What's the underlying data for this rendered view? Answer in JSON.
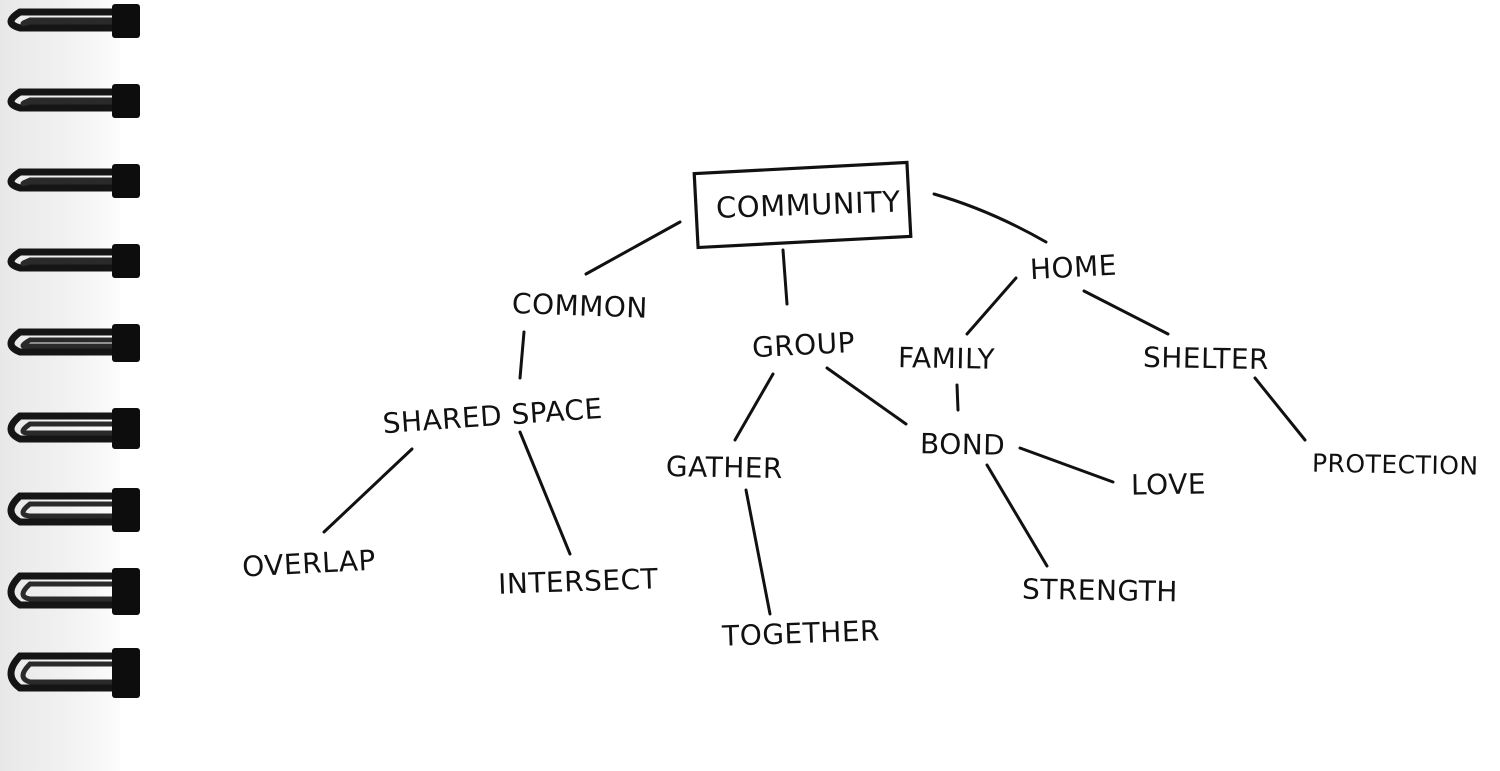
{
  "notebook": {
    "binding_icon": "spiral-binding-icon"
  },
  "diagram": {
    "root": {
      "label": "COMMUNITY"
    },
    "nodes": {
      "common": "COMMON",
      "group": "GROUP",
      "home": "HOME",
      "shared_space": "SHARED SPACE",
      "overlap": "OVERLAP",
      "intersect": "INTERSECT",
      "gather": "GATHER",
      "together": "TOGETHER",
      "bond": "BOND",
      "strength": "STRENGTH",
      "love": "LOVE",
      "family": "FAMILY",
      "shelter": "SHELTER",
      "protection": "PROTECTION"
    },
    "edges": [
      [
        "root",
        "common"
      ],
      [
        "root",
        "group"
      ],
      [
        "root",
        "home"
      ],
      [
        "common",
        "shared_space"
      ],
      [
        "shared_space",
        "overlap"
      ],
      [
        "shared_space",
        "intersect"
      ],
      [
        "group",
        "gather"
      ],
      [
        "group",
        "bond"
      ],
      [
        "gather",
        "together"
      ],
      [
        "home",
        "family"
      ],
      [
        "home",
        "shelter"
      ],
      [
        "family",
        "bond"
      ],
      [
        "bond",
        "love"
      ],
      [
        "bond",
        "strength"
      ],
      [
        "shelter",
        "protection"
      ]
    ]
  }
}
